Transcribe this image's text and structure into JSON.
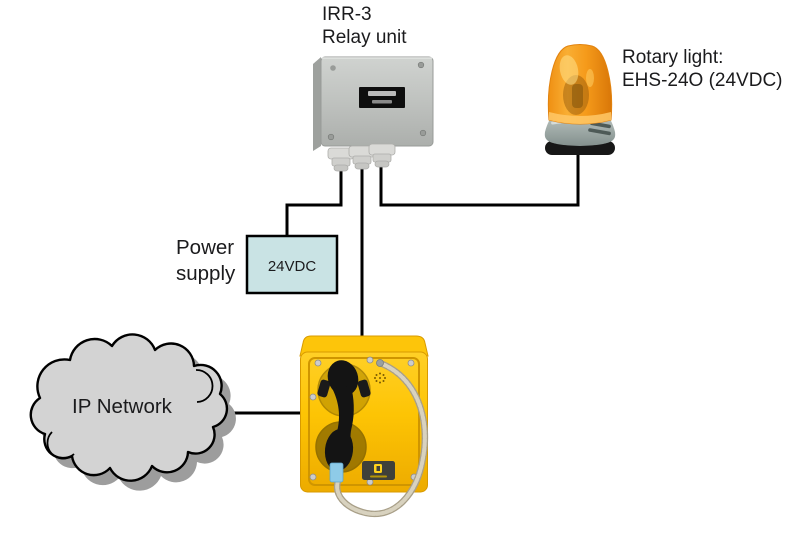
{
  "diagram": {
    "relay_unit": {
      "title_line1": "IRR-3",
      "title_line2": "Relay unit"
    },
    "rotary_light": {
      "label_line1": "Rotary light:",
      "label_line2": "EHS-24O (24VDC)"
    },
    "power_supply": {
      "label_line1": "Power",
      "label_line2": "supply",
      "box_value": "24VDC"
    },
    "network": {
      "label": "IP Network"
    }
  },
  "colors": {
    "wire": "#000000",
    "text": "#1b1b1d",
    "power_box_fill": "#c9e3e4",
    "power_box_border": "#000000",
    "cloud_fill": "#d3d3d3",
    "cloud_shadow": "#9d9d9d",
    "beacon_orange": "#f59a1e",
    "beacon_base_gray": "#97a29f",
    "phone_yellow": "#fdc404",
    "handset_black": "#141414",
    "relay_box_gray": "#bcbfbc"
  }
}
